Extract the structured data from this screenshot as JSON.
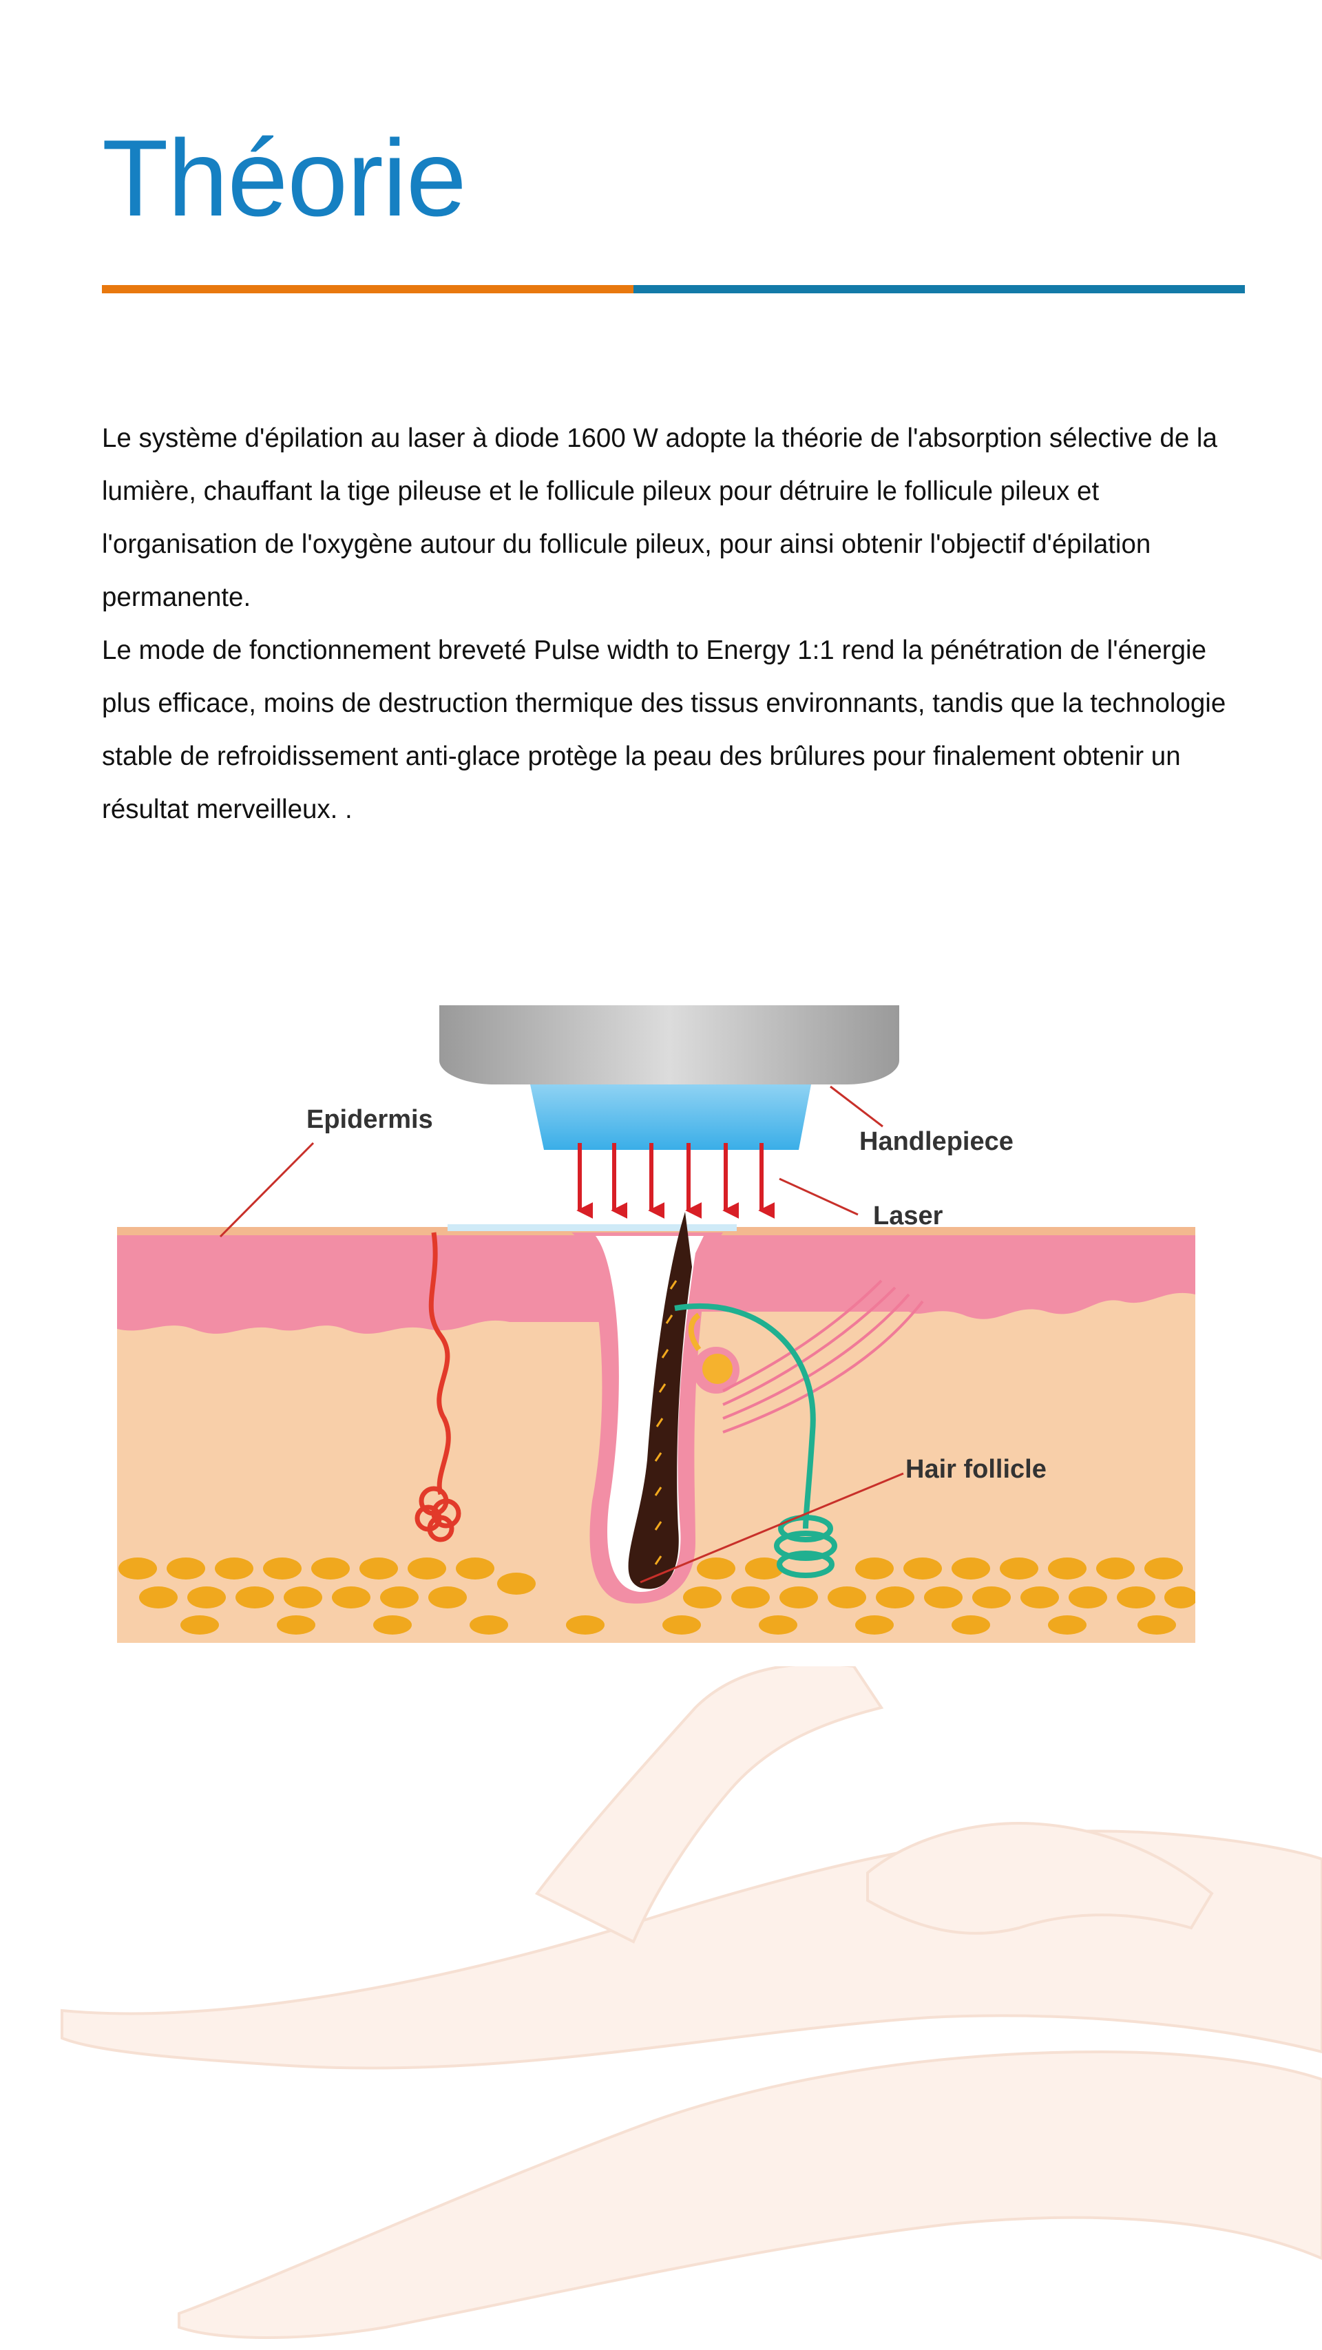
{
  "page": {
    "title": "Théorie",
    "accent_orange": "#e8780e",
    "accent_blue": "#137aa8",
    "title_color": "#1680c2"
  },
  "body": {
    "paragraph1": " Le système d'épilation au laser à diode 1600 W adopte la théorie de l'absorption sélective de la lumière, chauffant la tige pileuse et le follicule pileux pour détruire le follicule pileux et l'organisation de l'oxygène autour du follicule pileux, pour ainsi obtenir l'objectif d'épilation permanente.",
    "paragraph2": "Le mode de fonctionnement breveté Pulse width to Energy 1:1 rend la pénétration de l'énergie plus efficace, moins de destruction thermique des tissus environnants, tandis que la technologie stable de refroidissement anti-glace protège la peau des brûlures pour finalement obtenir un résultat merveilleux. ."
  },
  "diagram": {
    "labels": {
      "epidermis": "Epidermis",
      "handlepiece": "Handlepiece",
      "laser": "Laser",
      "hair_follicle": "Hair follicle"
    }
  }
}
